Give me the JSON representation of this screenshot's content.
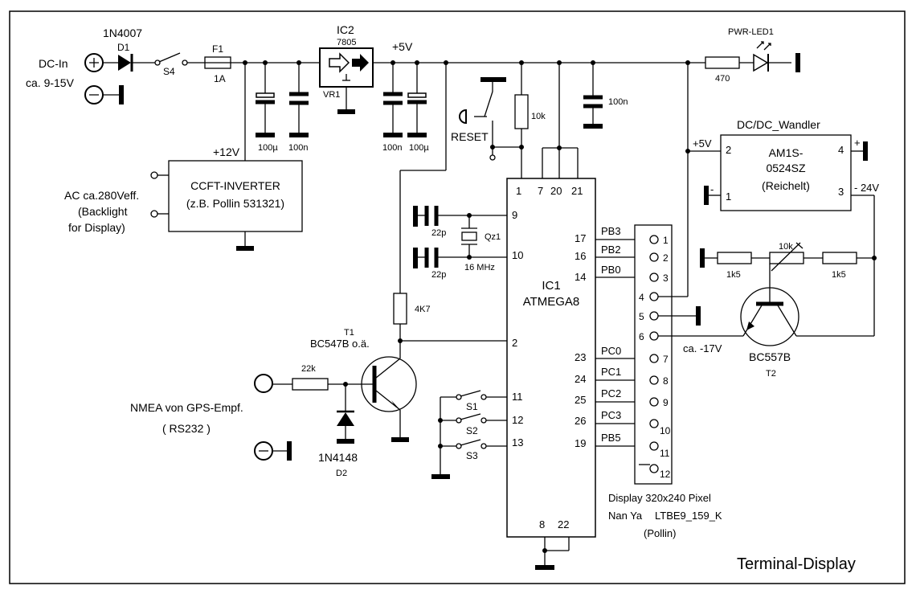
{
  "title": "Terminal-Display",
  "power": {
    "dc_in": "DC-In",
    "dc_range": "ca. 9-15V",
    "diode_type": "1N4007",
    "diode_ref": "D1",
    "switch_ref": "S4",
    "fuse_ref": "F1",
    "fuse_value": "1A",
    "cap1": "100µ",
    "cap2": "100n",
    "cap3": "100n",
    "cap4": "100µ",
    "cap5": "100n",
    "reg_ref": "IC2",
    "reg_type": "7805",
    "reg_vr": "VR1",
    "plus5v": "+5V",
    "plus12v": "+12V"
  },
  "inverter": {
    "line1": "CCFT-INVERTER",
    "line2": "(z.B. Pollin 531321)",
    "ac_line1": "AC ca.280Veff.",
    "ac_line2": "(Backlight",
    "ac_line3": "for Display)"
  },
  "led": {
    "label": "PWR-LED1",
    "resistor": "470"
  },
  "reset": {
    "label": "RESET",
    "resistor": "10k"
  },
  "dcdc": {
    "title": "DC/DC_Wandler",
    "line1": "AM1S-",
    "line2": "0524SZ",
    "line3": "(Reichelt)",
    "in_plus": "+5V",
    "out_minus": "- 24V",
    "pin2": "2",
    "pin4": "4",
    "pin1": "1",
    "pin3": "3",
    "plus": "+",
    "minus": "-"
  },
  "contrast": {
    "r1": "1k5",
    "pot": "10k",
    "r2": "1k5",
    "transistor": "BC557B",
    "transistor_ref": "T2",
    "voltage": "ca. -17V"
  },
  "mcu": {
    "name": "IC1",
    "type": "ATMEGA8",
    "top_pins": [
      "1",
      "7",
      "20",
      "21"
    ],
    "bottom_pins": [
      "8",
      "22"
    ],
    "left_pins": [
      "9",
      "10",
      "2",
      "11",
      "12",
      "13"
    ],
    "right_pins": [
      "17",
      "16",
      "14",
      "23",
      "24",
      "25",
      "26",
      "19"
    ],
    "port_names": [
      "PB3",
      "PB2",
      "PB0",
      "PC0",
      "PC1",
      "PC2",
      "PC3",
      "PB5"
    ]
  },
  "crystal": {
    "cap1": "22p",
    "cap2": "22p",
    "ref": "Qz1",
    "freq": "16 MHz"
  },
  "input": {
    "transistor_ref": "T1",
    "transistor_type": "BC547B o.ä.",
    "resistor_base": "22k",
    "resistor_pullup": "4K7",
    "diode_type": "1N4148",
    "diode_ref": "D2",
    "source_line1": "NMEA von GPS-Empf.",
    "source_line2": "( RS232 )"
  },
  "switches": [
    "S1",
    "S2",
    "S3"
  ],
  "display": {
    "pins": [
      "1",
      "2",
      "3",
      "4",
      "5",
      "6",
      "7",
      "8",
      "9",
      "10",
      "11",
      "12"
    ],
    "line1": "Display 320x240 Pixel",
    "line2_left": "Nan Ya",
    "line2_right": "LTBE9_159_K",
    "line3": "(Pollin)"
  }
}
